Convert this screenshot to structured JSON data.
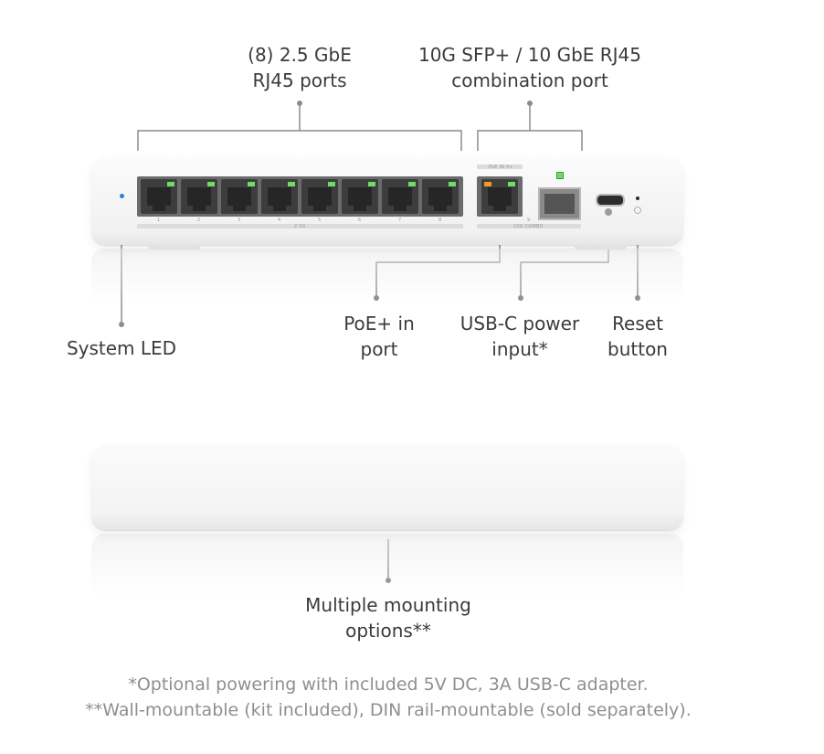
{
  "labels": {
    "rj45_ports": [
      "(8) 2.5 GbE",
      "RJ45 ports"
    ],
    "combo_port": [
      "10G SFP+ / 10 GbE RJ45",
      "combination port"
    ],
    "system_led": [
      "System LED"
    ],
    "poe_in": [
      "PoE+ in",
      "port"
    ],
    "usbc_power": [
      "USB-C power",
      "input*"
    ],
    "reset": [
      "Reset",
      "button"
    ],
    "mounting": [
      "Multiple mounting",
      "options**"
    ]
  },
  "device": {
    "port_numbers": [
      "1",
      "2",
      "3",
      "4",
      "5",
      "6",
      "7",
      "8"
    ],
    "bank_label": "2.5G",
    "poe_label": "PoE IN 4+",
    "combo_label": "10G COMBO",
    "combo_number": "9"
  },
  "footnotes": [
    "*Optional powering with included 5V DC, 3A USB-C adapter.",
    "**Wall-mountable (kit included), DIN rail-mountable (sold separately)."
  ],
  "colors": {
    "link_led": "#6fdc63",
    "poe_led": "#f29a2e",
    "system_led": "#2f7de1",
    "callout_line": "#8c8c8c"
  },
  "icons": [
    "usb-c-icon",
    "reset-icon"
  ]
}
